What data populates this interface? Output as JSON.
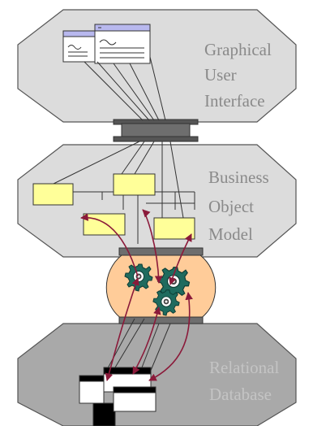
{
  "layers": {
    "gui": {
      "lines": [
        "Graphical",
        "User",
        "Interface"
      ],
      "color": "#8a8a8a"
    },
    "bom": {
      "lines": [
        "Business",
        "Object",
        "Model"
      ],
      "color": "#8a8a8a"
    },
    "db": {
      "lines": [
        "Relational",
        "Database"
      ],
      "color": "#c4c4c4"
    }
  },
  "icons": {
    "gui_windows": "window-icon",
    "bom_objects": "object-box",
    "engine": "gear-icon",
    "db_tables": "table-icon"
  },
  "colors": {
    "panel_light": "#dcdcdc",
    "panel_dark": "#a9a9a9",
    "object_fill": "#ffff99",
    "engine_fill": "#ffcc99",
    "arrow": "#8b1a3a",
    "gear": "#1f6b5e"
  }
}
